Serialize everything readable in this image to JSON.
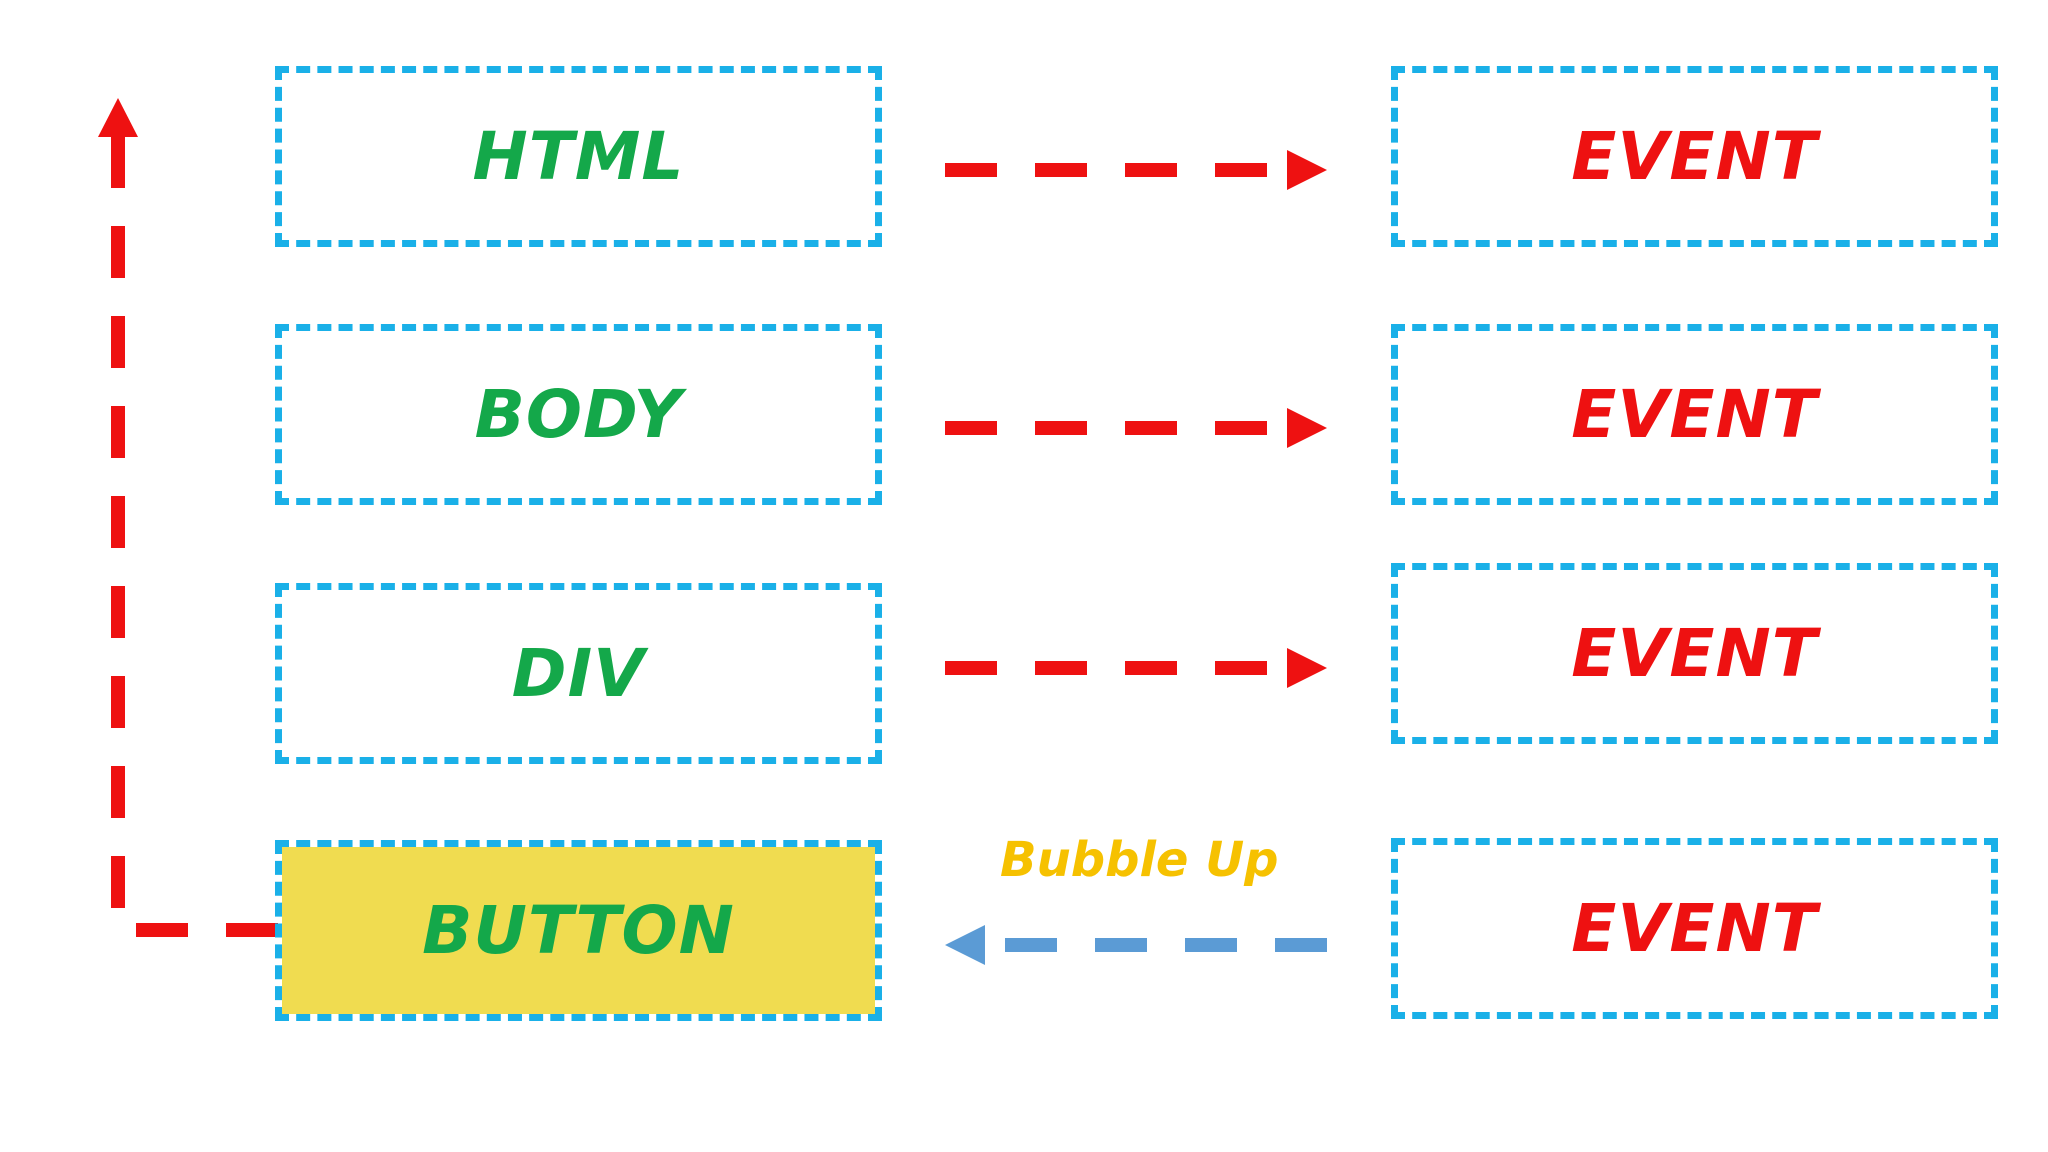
{
  "nodes": {
    "html": {
      "label": "HTML"
    },
    "body": {
      "label": "BODY"
    },
    "div": {
      "label": "DIV"
    },
    "button": {
      "label": "BUTTON"
    }
  },
  "events": {
    "html": {
      "label": "EVENT"
    },
    "body": {
      "label": "EVENT"
    },
    "div": {
      "label": "EVENT"
    },
    "button": {
      "label": "EVENT"
    }
  },
  "bubble_label": "Bubble Up",
  "colors": {
    "box_border": "#1ab0e8",
    "node_text": "#14a84a",
    "event_text": "#ee1111",
    "highlight_fill": "#f0dc50",
    "red_arrow": "#ee1111",
    "blue_arrow": "#5b9bd5",
    "bubble_text": "#f6c100"
  }
}
